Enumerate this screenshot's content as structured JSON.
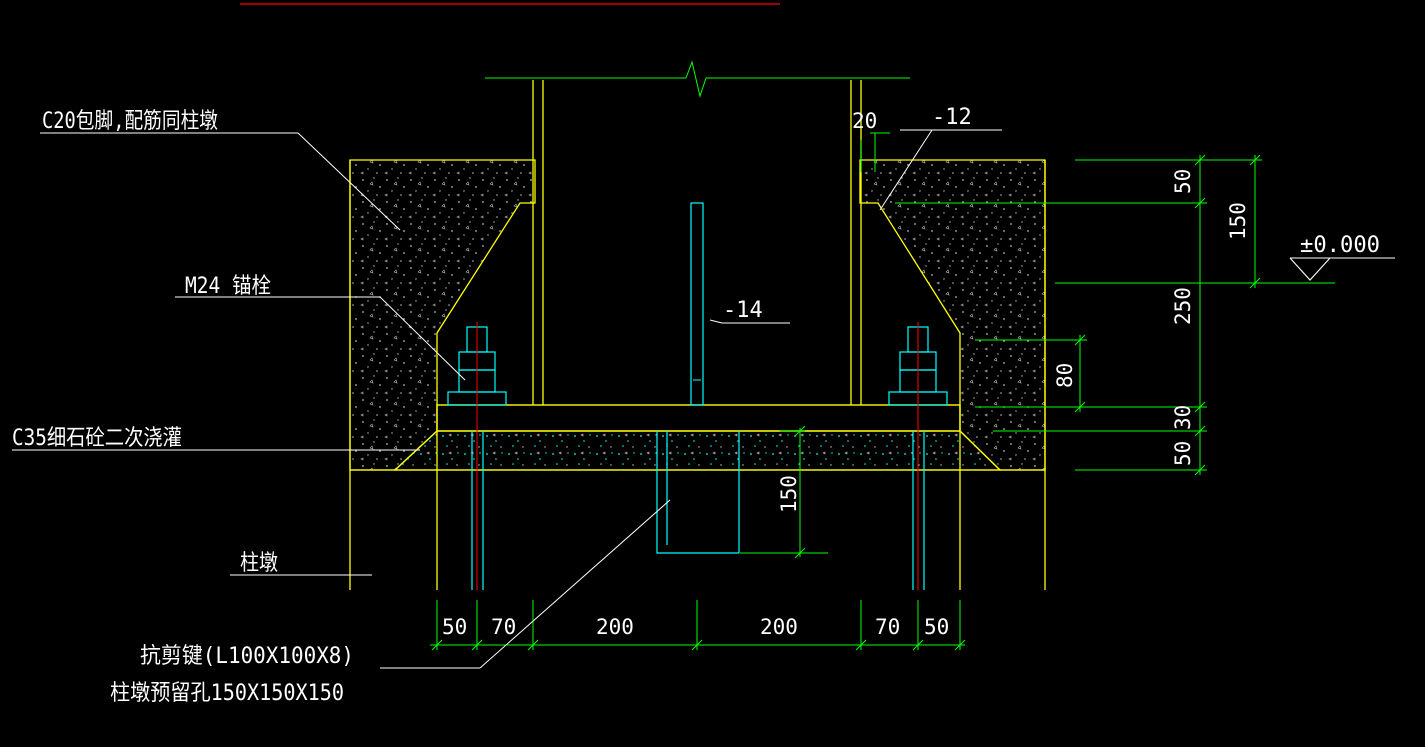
{
  "colors": {
    "background": "#000000",
    "outline": "#ffff00",
    "dimension": "#00ff00",
    "bolt": "#00ffff",
    "axis": "#ff0000",
    "label": "#ffffff",
    "concrete_dots": "#cccccc",
    "grout_dots": "#00ffff"
  },
  "labels": {
    "c20": "C20包脚,配筋同柱墩",
    "m24": "M24 锚栓",
    "c35": "C35细石砼二次浇灌",
    "pier": "柱墩",
    "shear_key": "抗剪键(L100X100X8)",
    "reserved_hole": "柱墩预留孔150X150X150",
    "plate_12": "-12",
    "plate_14": "-14",
    "elevation": "±0.000"
  },
  "dimensions": {
    "gap_20": "20",
    "d50_top": "50",
    "d150_right": "150",
    "d250": "250",
    "d80": "80",
    "d30": "30",
    "d50_bottom": "50",
    "d150_key": "150",
    "bottom": [
      "50",
      "70",
      "200",
      "200",
      "70",
      "50"
    ]
  }
}
